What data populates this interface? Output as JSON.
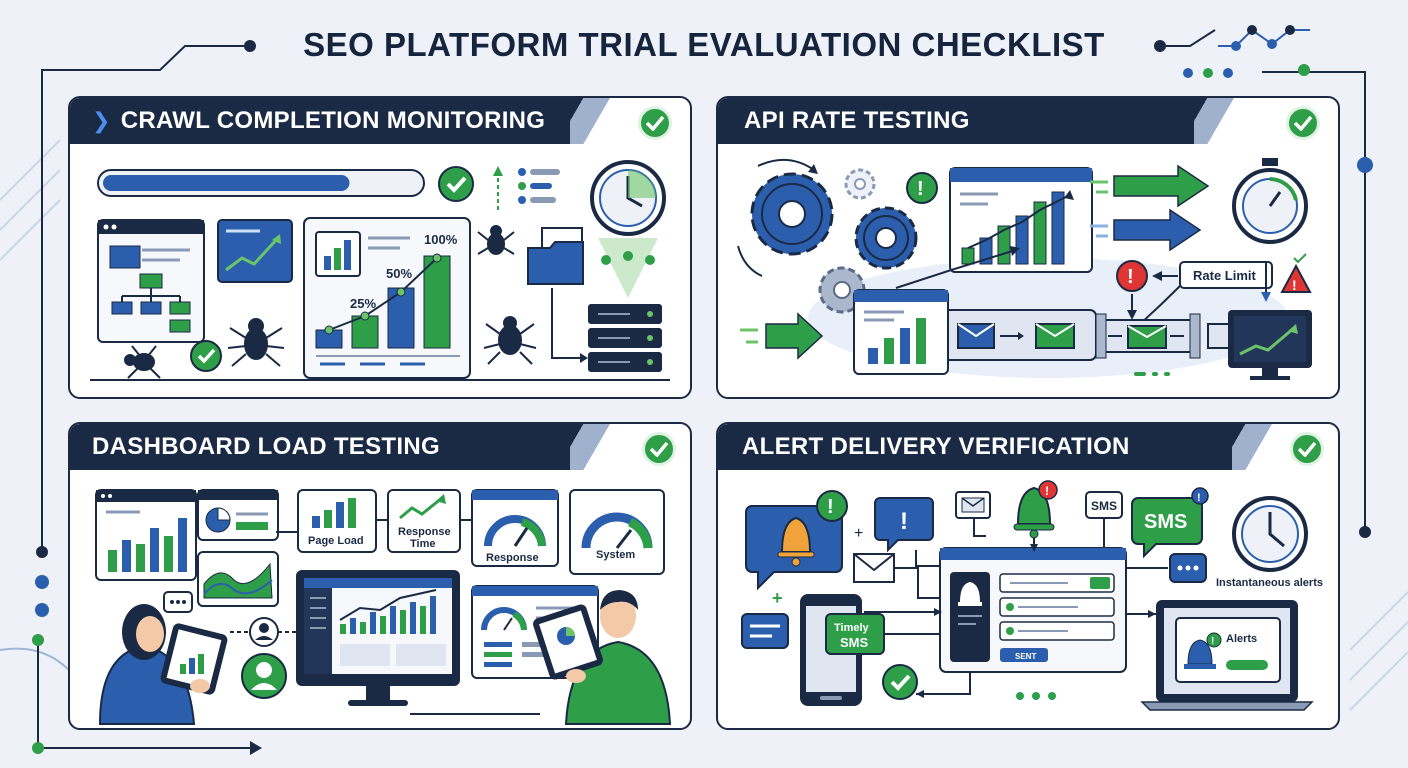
{
  "title": "SEO PLATFORM TRIAL EVALUATION CHECKLIST",
  "colors": {
    "navy": "#1b2a44",
    "blue": "#2b5fae",
    "green": "#2e9e48",
    "light_green": "#6cc46a",
    "red": "#e03535",
    "panel_bg": "#ffffff",
    "page_bg": "#eef2f8"
  },
  "panels": {
    "crawl": {
      "title": "CRAWL COMPLETION MONITORING",
      "header_icon": "chevron-right-icon",
      "progress": 0.78,
      "chart_labels": {
        "p25": "25%",
        "p50": "50%",
        "p100": "100%"
      }
    },
    "api": {
      "title": "API RATE TESTING",
      "rate_limit_label": "Rate Limit"
    },
    "dashboard": {
      "title": "DASHBOARD LOAD TESTING",
      "tiles": {
        "page_load": "Page Load",
        "response_time_line1": "Response",
        "response_time_line2": "Time",
        "response": "Response",
        "system": "System"
      }
    },
    "alerts": {
      "title": "ALERT DELIVERY VERIFICATION",
      "sms_badge": "SMS",
      "sms_bubble": "SMS",
      "timely_sms_line1": "Timely",
      "timely_sms_line2": "SMS",
      "sent_label": "SENT",
      "alerts_label": "Alerts",
      "instant_label": "Instantaneous alerts"
    }
  }
}
